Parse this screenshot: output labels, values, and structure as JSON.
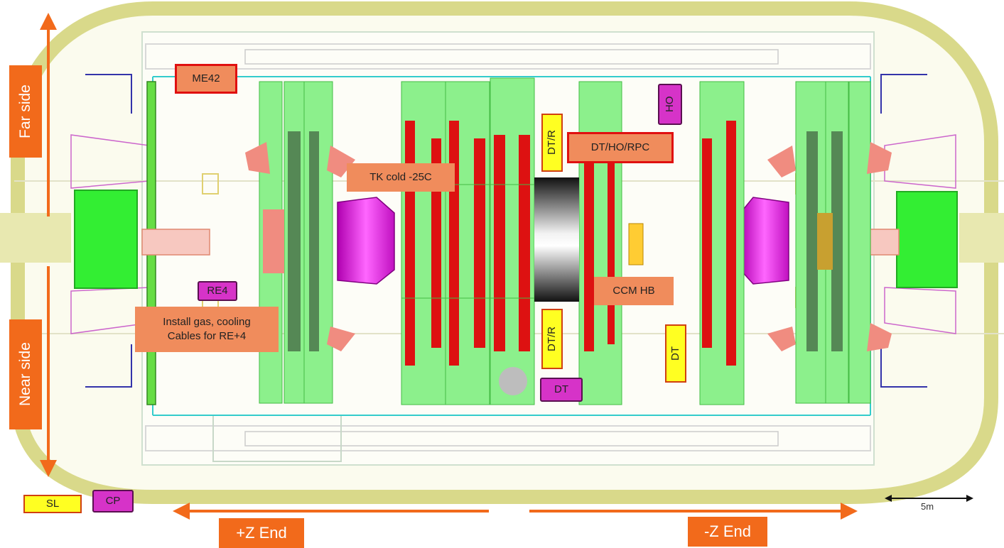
{
  "labels": {
    "far_side": "Far side",
    "near_side": "Near side",
    "me42": "ME42",
    "re4": "RE4",
    "install": "Install gas, cooling\nCables for RE+4",
    "tk_cold": "TK cold -25C",
    "dt_r_top": "DT/R",
    "dt_r_bottom": "DT/R",
    "dt_ho_rpc": "DT/HO/RPC",
    "ho": "HO",
    "ccm_hb": "CCM  HB",
    "dt_right": "DT",
    "dt_bottom": "DT",
    "plus_z": "+Z End",
    "minus_z": "-Z End",
    "scale": "5m"
  },
  "legend": [
    {
      "label": "SL",
      "swatch": "yellow"
    },
    {
      "label": "CP",
      "swatch": "magenta"
    }
  ],
  "colors": {
    "arrow": "#f26a1b",
    "label_orange": "#f08c5c",
    "cavern_yellow": "#d9d98a",
    "steel_green": "#8cf08c",
    "bright_green": "#33ee33",
    "coil_red": "#dd1111",
    "magenta": "#d633c8",
    "yellow_box": "#ffff22",
    "outline_cyan": "#33cccc"
  }
}
